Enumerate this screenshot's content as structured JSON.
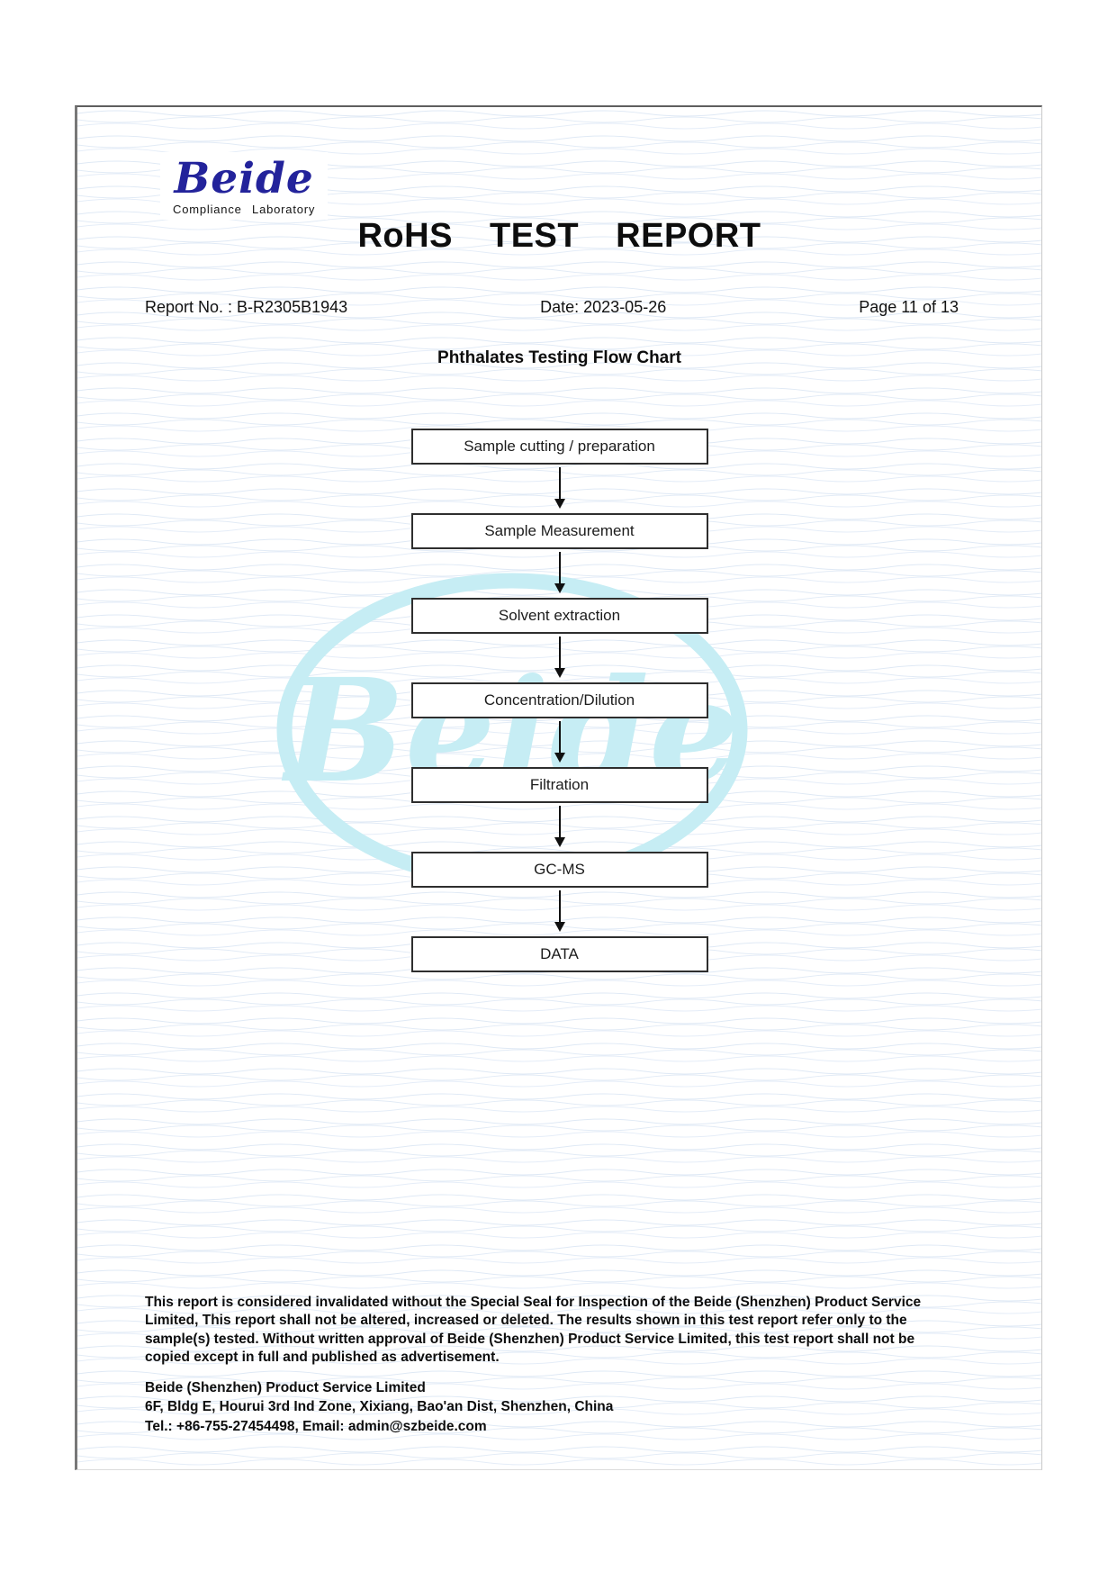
{
  "report": {
    "brand": "Beide",
    "brand_subtitle": "Compliance Laboratory",
    "title": "RoHS TEST REPORT",
    "report_no": "Report No. : B-R2305B1943",
    "date": "Date: 2023-05-26",
    "page_indicator": "Page 11 of 13",
    "section_title": "Phthalates Testing Flow Chart"
  },
  "flowchart": {
    "steps": [
      "Sample cutting / preparation",
      "Sample Measurement",
      "Solvent extraction",
      "Concentration/Dilution",
      "Filtration",
      "GC-MS",
      "DATA"
    ]
  },
  "watermark": {
    "text": "Beide"
  },
  "footer": {
    "disclaimer": "This report is considered invalidated without the Special Seal for Inspection of the Beide (Shenzhen) Product Service Limited, This report shall not be altered, increased or deleted. The results shown in this test report refer only to the sample(s) tested. Without written approval of Beide (Shenzhen) Product Service Limited, this test report shall not be copied except in full and published as advertisement.",
    "company": "Beide (Shenzhen) Product Service Limited",
    "address": "6F, Bldg E, Hourui 3rd Ind Zone, Xixiang, Bao'an Dist, Shenzhen, China",
    "contact": "Tel.: +86-755-27454498, Email: admin@szbeide.com"
  },
  "colors": {
    "brand_navy": "#23239b",
    "watermark_cyan": "#c6edf4",
    "wave_line": "#dfe9f5",
    "box_border": "#2e2e2e"
  }
}
